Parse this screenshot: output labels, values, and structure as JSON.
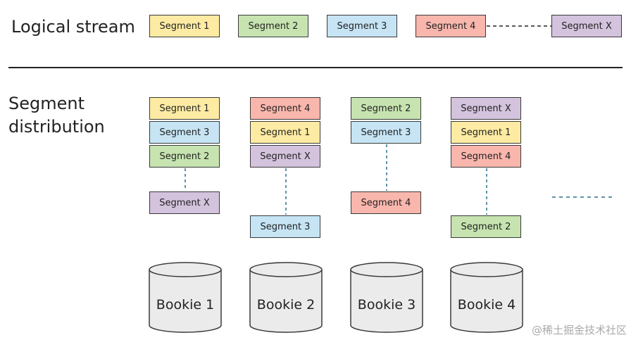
{
  "labels": {
    "logical_stream": "Logical stream",
    "segment_distribution_line1": "Segment",
    "segment_distribution_line2": "distribution"
  },
  "logical_stream": [
    "Segment 1",
    "Segment 2",
    "Segment 3",
    "Segment 4",
    "Segment X"
  ],
  "columns": [
    {
      "stack": [
        "Segment 1",
        "Segment 3",
        "Segment 2"
      ],
      "tail": "Segment X",
      "bookie": "Bookie 1"
    },
    {
      "stack": [
        "Segment 4",
        "Segment 1",
        "Segment X"
      ],
      "tail": "Segment 3",
      "bookie": "Bookie 2"
    },
    {
      "stack": [
        "Segment 2",
        "Segment 3"
      ],
      "tail": "Segment 4",
      "bookie": "Bookie 3"
    },
    {
      "stack": [
        "Segment X",
        "Segment 1",
        "Segment 4"
      ],
      "tail": "Segment 2",
      "bookie": "Bookie 4"
    }
  ],
  "watermark": "@稀土掘金技术社区",
  "colors": {
    "segment_1": "#fdeba3",
    "segment_2": "#c6e3b0",
    "segment_3": "#c6e4f4",
    "segment_4": "#f9b6ad",
    "segment_x": "#d4c3dd",
    "connector_dashed": "#2a6f8f"
  }
}
